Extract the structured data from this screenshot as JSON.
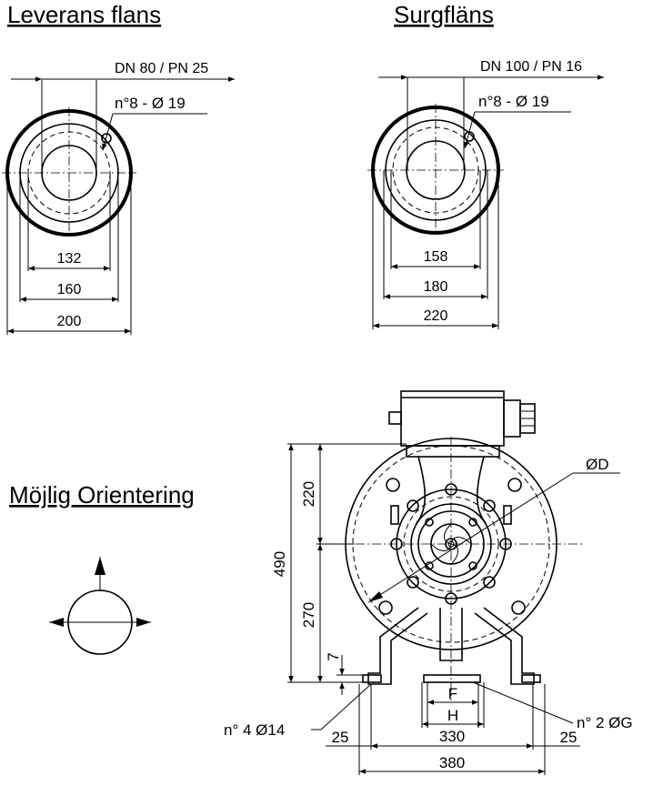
{
  "headings": {
    "left_flange": "Leverans flans",
    "right_flange": "Surgfläns",
    "orientation": "Möjlig Orientering"
  },
  "left_flange": {
    "dn_pn": "DN 80 / PN 25",
    "holes": "n°8 - Ø 19",
    "dim_bolt_circle": "132",
    "dim_inner": "160",
    "dim_outer": "200"
  },
  "right_flange": {
    "dn_pn": "DN 100 / PN 16",
    "holes": "n°8 - Ø 19",
    "dim_bolt_circle": "158",
    "dim_inner": "180",
    "dim_outer": "220"
  },
  "pump": {
    "dim_upper": "220",
    "dim_total_height": "490",
    "dim_lower": "270",
    "dim_foot": "7",
    "label_diameter": "ØD",
    "label_f": "F",
    "label_h": "H",
    "label_holes_g": "n° 2 ØG",
    "label_holes_14": "n° 4 Ø14",
    "dim_left_25": "25",
    "dim_right_25": "25",
    "dim_330": "330",
    "dim_380": "380"
  }
}
